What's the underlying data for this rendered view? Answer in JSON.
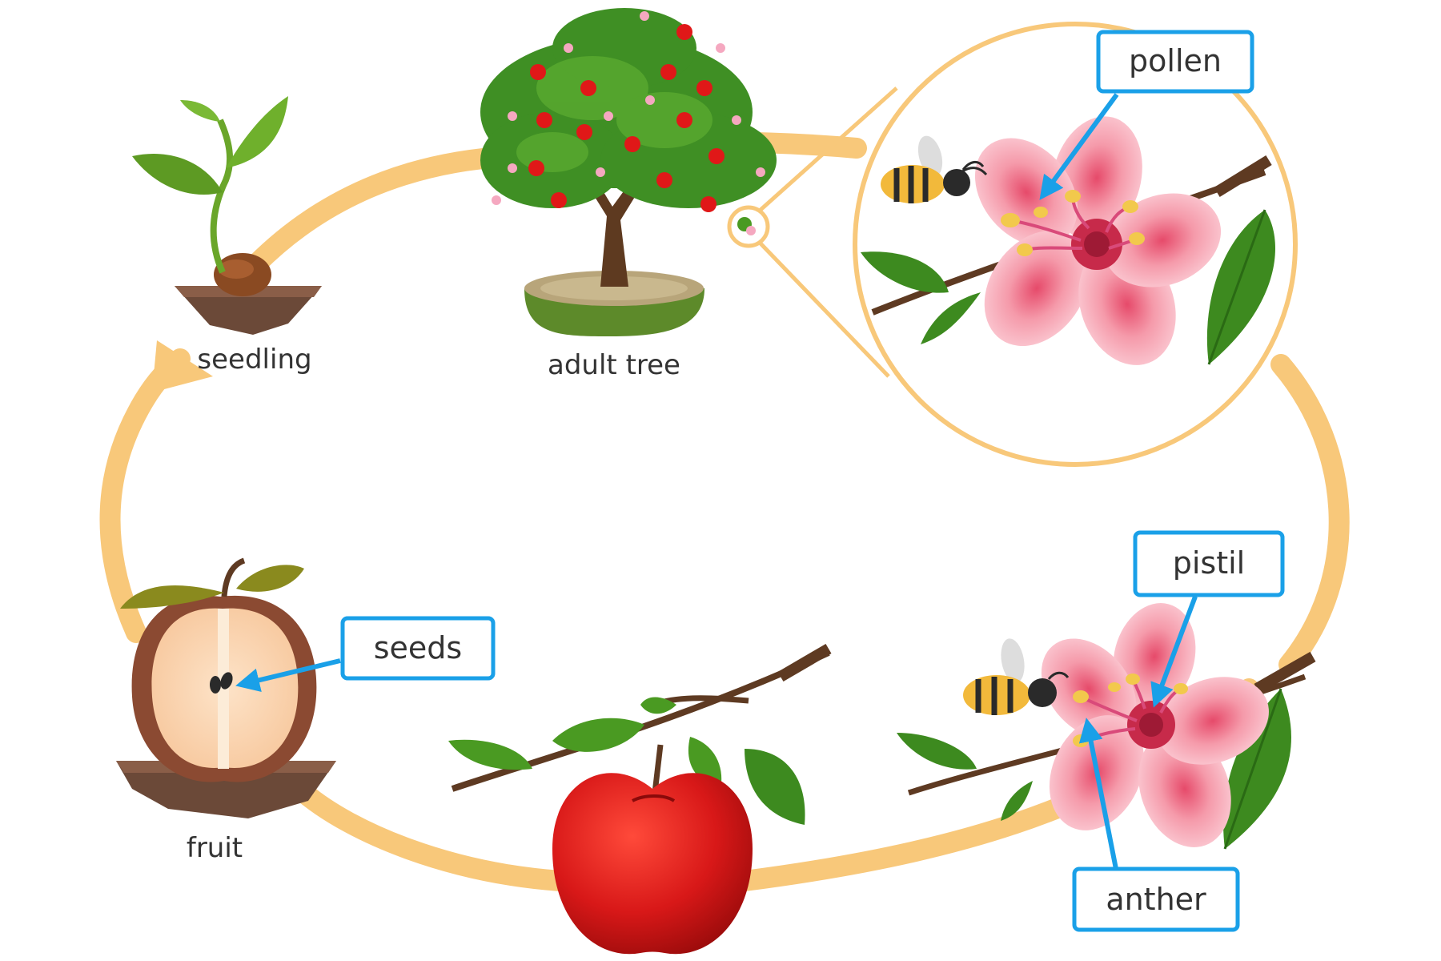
{
  "stages": {
    "seedling": "seedling",
    "adult_tree": "adult tree",
    "fruit": "fruit"
  },
  "callouts": {
    "pollen": "pollen",
    "pistil": "pistil",
    "anther": "anther",
    "seeds": "seeds"
  },
  "colors": {
    "cycle_path": "#f8c87a",
    "callout_border": "#1aa0e8",
    "callout_arrow": "#1aa0e8",
    "apple_red": "#d81818",
    "petal_pink": "#f7a9b8",
    "leaf_green": "#4a9a22",
    "text": "#333333"
  }
}
